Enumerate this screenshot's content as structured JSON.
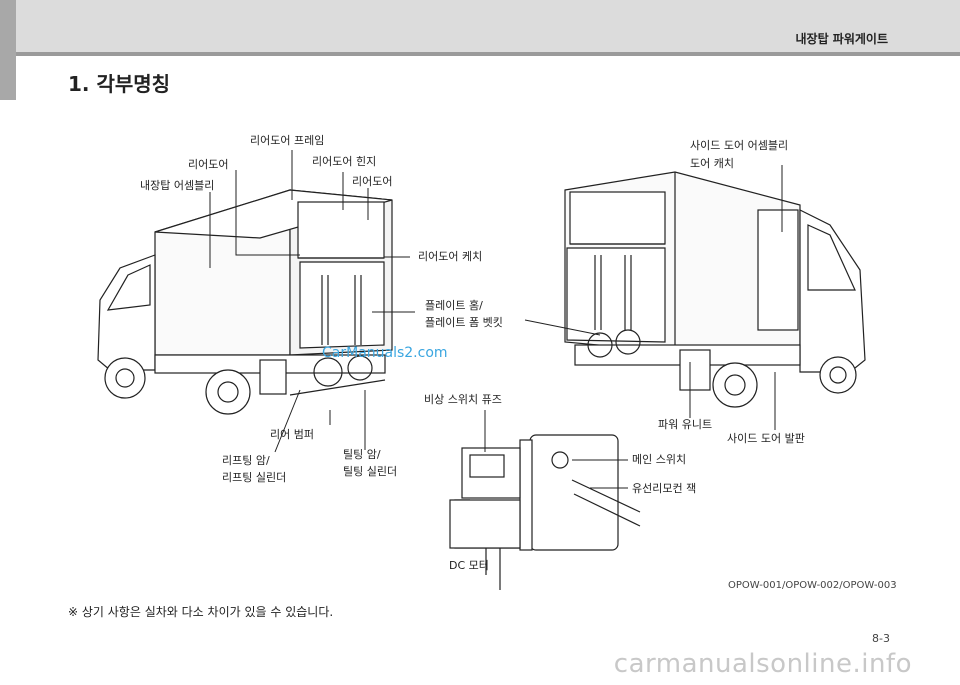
{
  "header": {
    "title": "내장탑 파워게이트"
  },
  "section": {
    "title": "1. 각부명칭"
  },
  "labels": {
    "rear_door_frame": "리어도어 프레임",
    "rear_door_left": "리어도어",
    "rear_door_hinge": "리어도어 힌지",
    "rear_door_right": "리어도어",
    "body_assembly": "내장탑 어셈블리",
    "rear_door_catch": "리어도어 케치",
    "plate_home_1": "플레이트 홈/",
    "plate_home_2": "플레이트 폼 벳킷",
    "rear_bumper": "리어 범퍼",
    "lifting_arm_1": "리프팅 암/",
    "lifting_arm_2": "리프팅 실린더",
    "tilting_arm_1": "틸팅 암/",
    "tilting_arm_2": "틸팅 실린더",
    "side_door_assy": "사이드 도어 어셈블리",
    "door_catch": "도어 캐치",
    "emergency_fuse": "비상 스위치 퓨즈",
    "power_unit": "파워 유니트",
    "side_door_step": "사이드 도어 발판",
    "main_switch": "메인 스위치",
    "wired_remote": "유선리모컨 잭",
    "dc_motor": "DC 모터"
  },
  "watermark": "CarManuals2.com",
  "figure_code": "OPOW-001/OPOW-002/OPOW-003",
  "note": "※ 상기 사항은 실차와 다소 차이가 있을 수 있습니다.",
  "page_number": "8-3",
  "footer_watermark": "carmanualsonline.info"
}
